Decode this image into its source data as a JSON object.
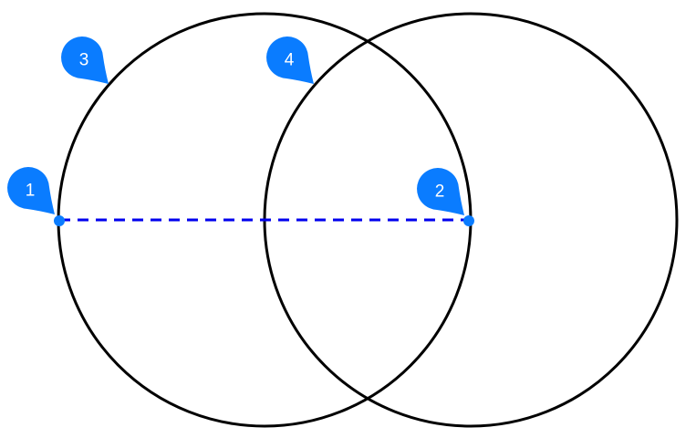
{
  "colors": {
    "accent": "#0a7cff",
    "line": "#0000ee",
    "stroke": "#000000"
  },
  "markers": [
    {
      "label": "1"
    },
    {
      "label": "2"
    },
    {
      "label": "3"
    },
    {
      "label": "4"
    }
  ]
}
